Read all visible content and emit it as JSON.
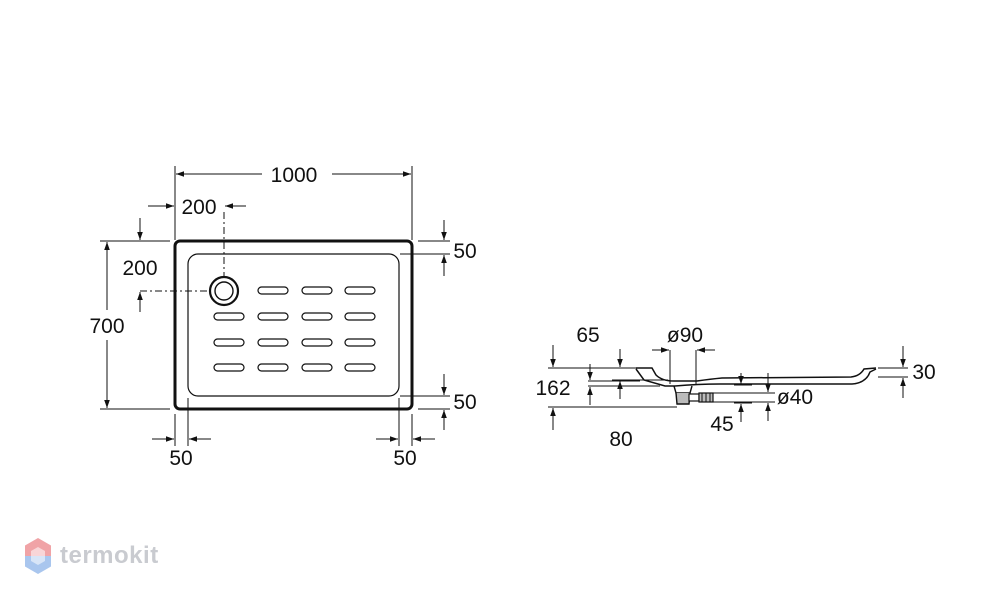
{
  "plan_view": {
    "dim_length": "1000",
    "dim_drain_x": "200",
    "dim_drain_y": "200",
    "dim_width": "700",
    "dim_rim_top": "50",
    "dim_rim_bottom": "50",
    "dim_rim_left": "50",
    "dim_rim_right": "50"
  },
  "section_view": {
    "dim_65": "65",
    "dim_drain_dia": "ø90",
    "dim_height": "162",
    "dim_80": "80",
    "dim_waste_dia": "ø40",
    "dim_45": "45",
    "dim_thickness": "30"
  },
  "watermark": {
    "text": "termokit",
    "colors": {
      "top": "#f0a3a6",
      "bottom": "#a9c6ee",
      "text": "#c9cbd0"
    }
  }
}
